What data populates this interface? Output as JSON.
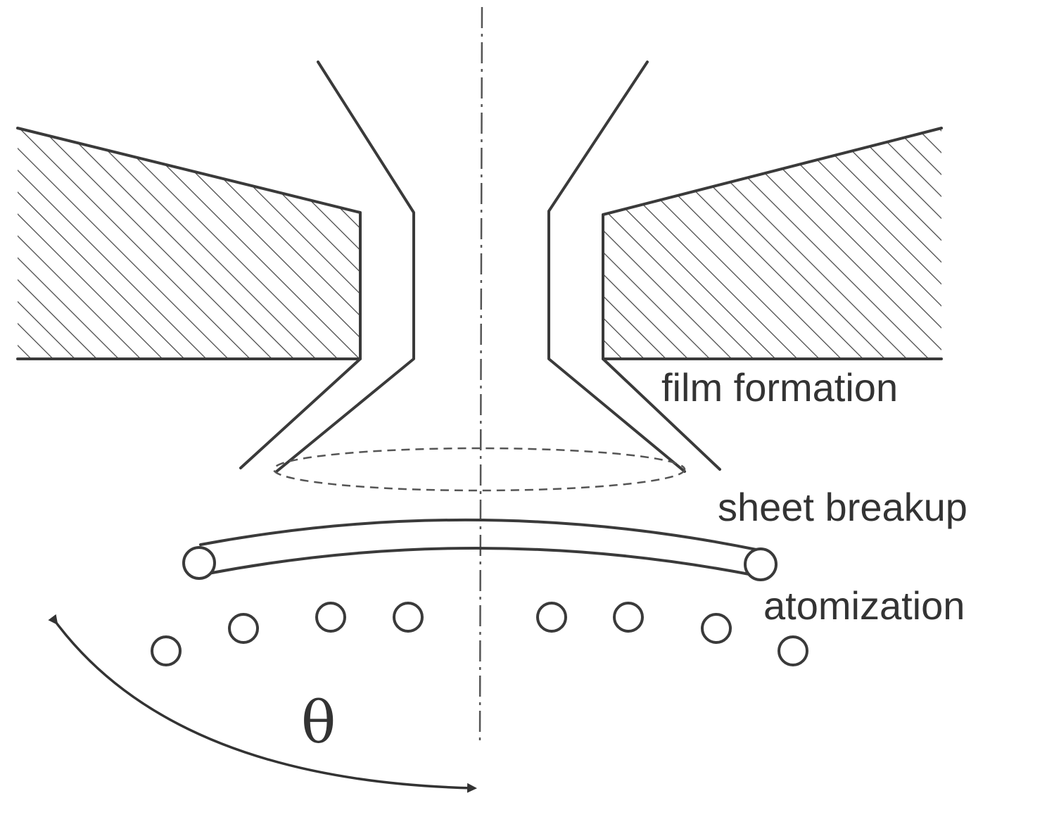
{
  "labels": {
    "film_formation": "film formation",
    "sheet_breakup": "sheet breakup",
    "atomization": "atomization",
    "theta": "θ"
  }
}
